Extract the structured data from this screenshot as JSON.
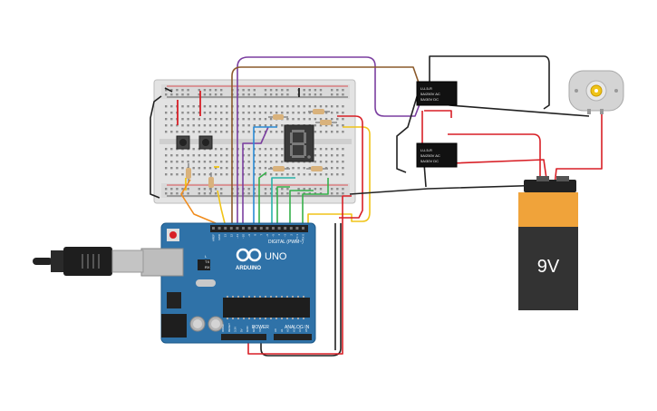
{
  "arduino": {
    "logo_text": "ARDUINO",
    "model_text": "UNO",
    "digital_label": "DIGITAL (PWM~)",
    "power_label": "POWER",
    "analog_label": "ANALOG IN",
    "tx_label": "TX",
    "rx_label": "RX",
    "l_label": "L",
    "header_pins": [
      "AREF",
      "GND",
      "13",
      "12",
      "~11",
      "~10",
      "~9",
      "8",
      "7",
      "~6",
      "~5",
      "4",
      "~3",
      "2",
      "TX 1",
      "RX 0"
    ],
    "power_pins": [
      "IOREF",
      "RESET",
      "3.3V",
      "5V",
      "GND",
      "GND",
      "Vin"
    ],
    "analog_pins": [
      "A0",
      "A1",
      "A2",
      "A3",
      "A4",
      "A5"
    ],
    "board_color": "#2f72a8"
  },
  "relay": {
    "top_text_1": "LU-5-R",
    "top_text_2": "5A/250V AC",
    "top_text_3": "5A/30V DC",
    "bottom_text_1": "LU-5-R",
    "bottom_text_2": "5A/250V AC",
    "bottom_text_3": "5A/30V DC"
  },
  "battery": {
    "label": "9V",
    "top_color": "#f0a33a",
    "body_color": "#333333"
  },
  "colors": {
    "wire_red": "#d81f26",
    "wire_black": "#222222",
    "wire_yellow": "#f0c419",
    "wire_green": "#35b14a",
    "wire_orange": "#f08c1d",
    "wire_purple": "#7b3fa0",
    "wire_brown": "#8b5a2b",
    "wire_blue": "#2a8bd6",
    "wire_teal": "#28b3a8"
  }
}
